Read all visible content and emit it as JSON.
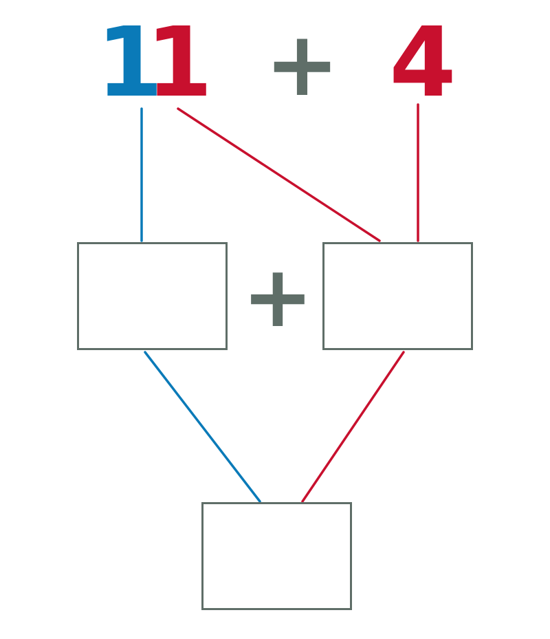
{
  "equation": {
    "tens_digit": "1",
    "ones_digit": "1",
    "operator": "+",
    "addend": "4"
  },
  "split": {
    "operator": "+"
  },
  "colors": {
    "tens": "#0a7ab8",
    "ones": "#c8102e",
    "neutral": "#5f6e68"
  }
}
